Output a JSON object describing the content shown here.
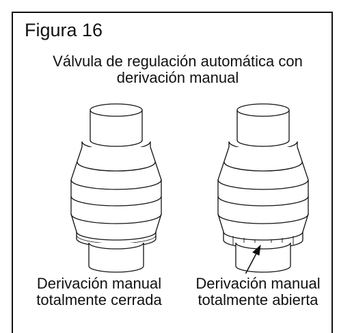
{
  "figure": {
    "label": "Figura 16",
    "title_line1": "Válvula de regulación automática con",
    "title_line2": "derivación manual"
  },
  "valves": [
    {
      "caption_line1": "Derivación manual",
      "caption_line2": "totalmente cerrada",
      "bypass_state": "closed"
    },
    {
      "caption_line1": "Derivación manual",
      "caption_line2": "totalmente abierta",
      "bypass_state": "open"
    }
  ]
}
